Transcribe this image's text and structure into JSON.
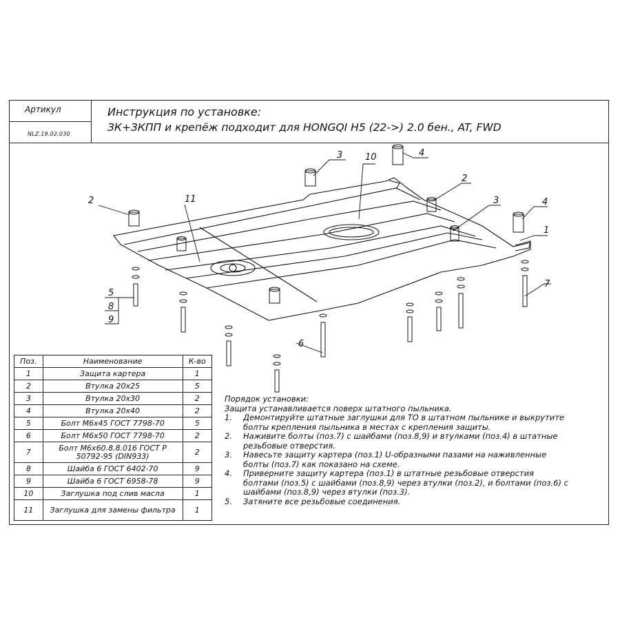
{
  "header": {
    "article_label": "Артикул",
    "article_code": "NLZ.19.02.030",
    "title_line1": "Инструкция по установке:",
    "title_line2": "ЗК+ЗКПП и крепёж подходит для HONGQI H5 (22->) 2.0 бен., AT, FWD"
  },
  "callouts": [
    {
      "id": "c3",
      "text": "3"
    },
    {
      "id": "c10",
      "text": "10"
    },
    {
      "id": "c4a",
      "text": "4"
    },
    {
      "id": "c2a",
      "text": "2"
    },
    {
      "id": "c11",
      "text": "11"
    },
    {
      "id": "c2b",
      "text": "2"
    },
    {
      "id": "c3b",
      "text": "3"
    },
    {
      "id": "c4b",
      "text": "4"
    },
    {
      "id": "c1",
      "text": "1"
    },
    {
      "id": "c5",
      "text": "5"
    },
    {
      "id": "c8",
      "text": "8"
    },
    {
      "id": "c9",
      "text": "9"
    },
    {
      "id": "c7",
      "text": "7"
    },
    {
      "id": "c6",
      "text": "6"
    }
  ],
  "parts_table": {
    "headers": [
      "Поз.",
      "Наименование",
      "К-во"
    ],
    "rows": [
      {
        "pos": "1",
        "name": "Защита картера",
        "qty": "1"
      },
      {
        "pos": "2",
        "name": "Втулка 20х25",
        "qty": "5"
      },
      {
        "pos": "3",
        "name": "Втулка 20х30",
        "qty": "2"
      },
      {
        "pos": "4",
        "name": "Втулка 20х40",
        "qty": "2"
      },
      {
        "pos": "5",
        "name": "Болт М6х45 ГОСТ 7798-70",
        "qty": "5"
      },
      {
        "pos": "6",
        "name": "Болт М6х50 ГОСТ 7798-70",
        "qty": "2"
      },
      {
        "pos": "7",
        "name": "Болт М6х60.8.8.016 ГОСТ Р 50792-95 (DIN933)",
        "qty": "2"
      },
      {
        "pos": "8",
        "name": "Шайба 6 ГОСТ 6402-70",
        "qty": "9"
      },
      {
        "pos": "9",
        "name": "Шайба 6 ГОСТ 6958-78",
        "qty": "9"
      },
      {
        "pos": "10",
        "name": "Заглушка под слив масла",
        "qty": "1"
      },
      {
        "pos": "11",
        "name": "Заглушка для замены фильтра",
        "qty": "1"
      }
    ]
  },
  "instructions": {
    "heading": "Порядок установки:",
    "intro": "Защита устанавливается поверх штатного пыльника.",
    "steps": [
      {
        "n": "1.",
        "text": "Демонтируйте штатные заглушки для ТО в штатном пыльнике и выкрутите\nболты крепления пыльника в местах с крепления защиты."
      },
      {
        "n": "2.",
        "text": "Наживите болты (поз.7) с шайбами (поз.8,9) и втулками (поз.4) в штатные\nрезьбовые отверстия."
      },
      {
        "n": "3.",
        "text": "Навесьте защиту картера (поз.1) U-образными пазами на наживленные\nболты (поз.7) как показано на схеме."
      },
      {
        "n": "4.",
        "text": "Приверните защиту картера (поз.1) в штатные резьбовые отверстия\nболтами (поз.5) с шайбами (поз.8,9) через втулки (поз.2), и болтами (поз.6) с\nшайбами (поз.8,9) через втулки (поз.3)."
      },
      {
        "n": "5.",
        "text": "Затяните все резьбовые соединения."
      }
    ]
  }
}
